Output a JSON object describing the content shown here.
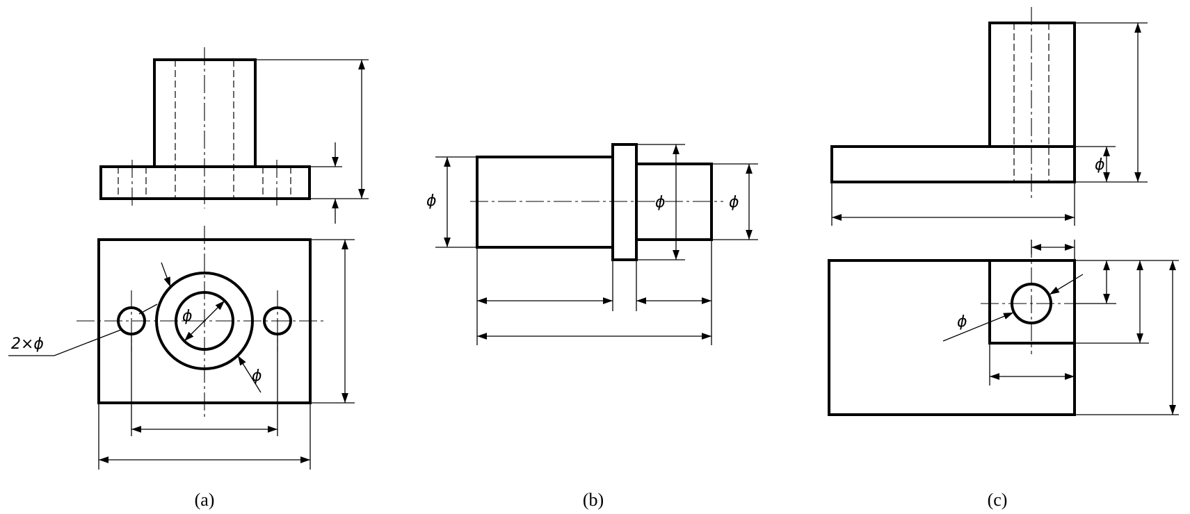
{
  "figures": [
    {
      "caption": "(a)",
      "symbols": {
        "hole_callout": "2×ϕ",
        "inner_diameter": "ϕ",
        "outer_diameter": "ϕ"
      }
    },
    {
      "caption": "(b)",
      "symbols": {
        "left_diameter": "ϕ",
        "right_inner_diameter": "ϕ",
        "right_outer_diameter": "ϕ"
      }
    },
    {
      "caption": "(c)",
      "symbols": {
        "wall_thickness": "ϕ",
        "hole_diameter": "ϕ"
      }
    }
  ]
}
